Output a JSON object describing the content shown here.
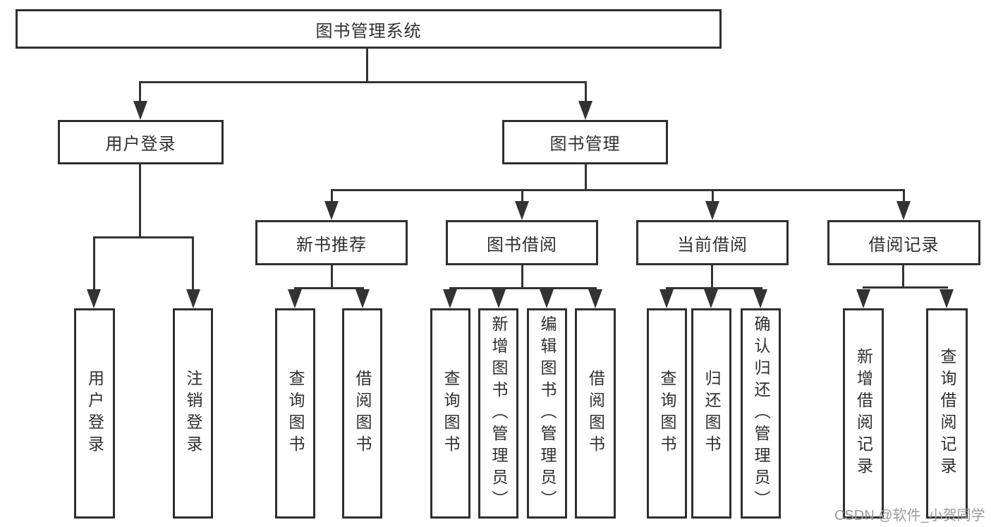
{
  "diagram": {
    "root": {
      "label": "图书管理系统"
    },
    "branches": {
      "user_login": {
        "label": "用户登录",
        "children": {
          "login": {
            "label": "用户登录"
          },
          "logout": {
            "label": "注销登录"
          }
        }
      },
      "book_mgmt": {
        "label": "图书管理",
        "children": {
          "new_book_rec": {
            "label": "新书推荐",
            "children": {
              "query": {
                "label": "查询图书"
              },
              "borrow": {
                "label": "借阅图书"
              }
            }
          },
          "book_borrow": {
            "label": "图书借阅",
            "children": {
              "query": {
                "label": "查询图书"
              },
              "add": {
                "label": "新增图书（管理员）"
              },
              "edit": {
                "label": "编辑图书（管理员）"
              },
              "borrow": {
                "label": "借阅图书"
              }
            }
          },
          "current_borrow": {
            "label": "当前借阅",
            "children": {
              "query": {
                "label": "查询图书"
              },
              "return": {
                "label": "归还图书"
              },
              "confirm": {
                "label": "确认归还（管理员）"
              }
            }
          },
          "borrow_records": {
            "label": "借阅记录",
            "children": {
              "add": {
                "label": "新增借阅记录"
              },
              "query": {
                "label": "查询借阅记录"
              }
            }
          }
        }
      }
    }
  },
  "watermark": {
    "text": "CSDN @软件_小贺同学"
  },
  "colors": {
    "line": "#333333",
    "text": "#2f2f2f",
    "border": "#2f2f2f",
    "background": "#ffffff",
    "watermark": "#9a9a9a"
  }
}
